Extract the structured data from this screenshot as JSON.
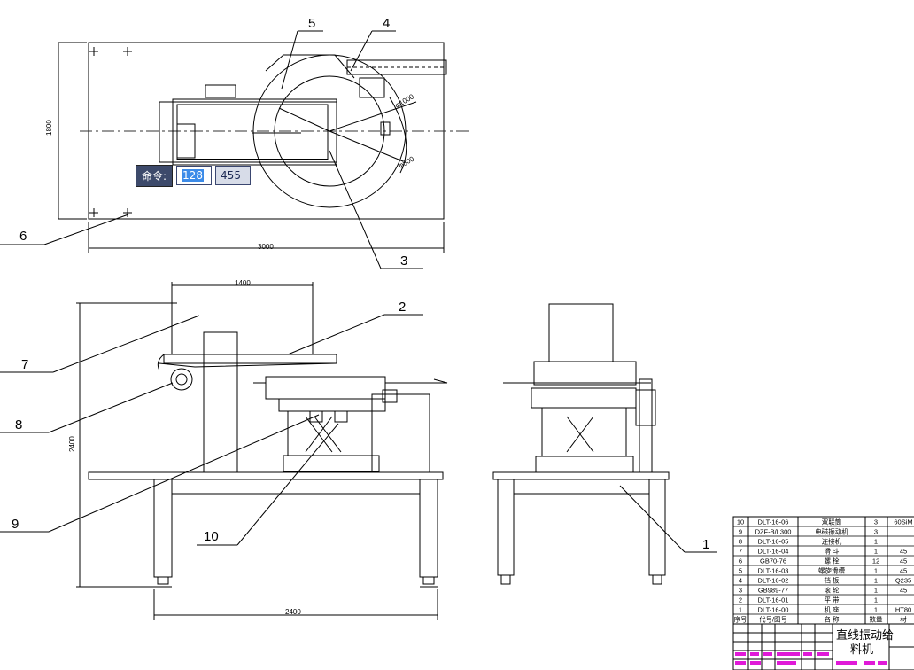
{
  "dimensions": {
    "plan_width": "3000",
    "plan_height": "1800",
    "side_span": "1400",
    "overall_height": "2400",
    "leg_span": "2400",
    "dia_large": "φ1000",
    "dia_small": "φ800"
  },
  "balloons": [
    "1",
    "2",
    "3",
    "4",
    "5",
    "6",
    "7",
    "8",
    "9",
    "10"
  ],
  "command": {
    "label": "命令:",
    "x": "128",
    "y": "455"
  },
  "bom": {
    "rows": [
      {
        "no": "10",
        "code": "DLT-16-06",
        "name": "双联筒",
        "qty": "3",
        "mat": "60SiM"
      },
      {
        "no": "9",
        "code": "DZF-B/L300",
        "name": "电磁振动机",
        "qty": "3",
        "mat": ""
      },
      {
        "no": "8",
        "code": "DLT-16-05",
        "name": "连接机",
        "qty": "1",
        "mat": ""
      },
      {
        "no": "7",
        "code": "DLT-16-04",
        "name": "滑 斗",
        "qty": "1",
        "mat": "45"
      },
      {
        "no": "6",
        "code": "GB70-76",
        "name": "螺 栓",
        "qty": "12",
        "mat": "45"
      },
      {
        "no": "5",
        "code": "DLT-16-03",
        "name": "螺旋滑槽",
        "qty": "1",
        "mat": "45"
      },
      {
        "no": "4",
        "code": "DLT-16-02",
        "name": "挡 板",
        "qty": "1",
        "mat": "Q235"
      },
      {
        "no": "3",
        "code": "GB989-77",
        "name": "滚 轮",
        "qty": "1",
        "mat": "45"
      },
      {
        "no": "2",
        "code": "DLT-16-01",
        "name": "平 带",
        "qty": "1",
        "mat": ""
      },
      {
        "no": "1",
        "code": "DLT-16-00",
        "name": "机 座",
        "qty": "1",
        "mat": "HT80"
      }
    ],
    "header": {
      "no": "序号",
      "code": "代号/图号",
      "name": "名 称",
      "qty": "数量",
      "mat": "材"
    }
  },
  "title_block": {
    "title_line1": "直线振动给",
    "title_line2": "料机"
  },
  "colors": {
    "line": "#000000",
    "center": "#333333",
    "balloon_pink": "#e01ad8",
    "cmd_bg": "#3d4a6b"
  }
}
